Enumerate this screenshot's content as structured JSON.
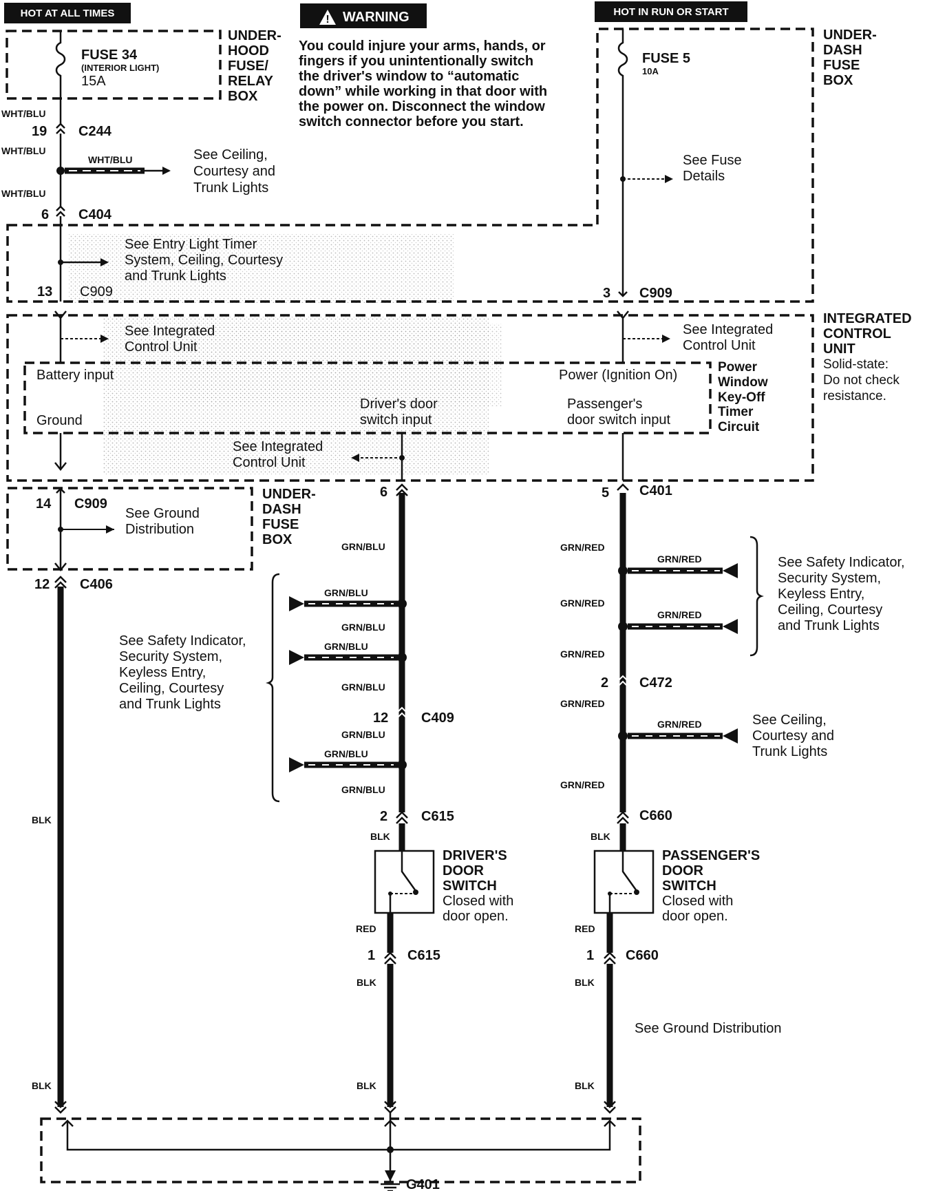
{
  "headers": {
    "hot_at_all_times": "HOT AT ALL TIMES",
    "hot_in_run": "HOT IN RUN OR START",
    "warning_title": "WARNING"
  },
  "warning_lines": [
    "You could injure your arms, hands, or",
    "fingers if you unintentionally switch",
    "the driver's window to “automatic",
    "down” while working in that door with",
    "the power on. Disconnect the window",
    "switch connector before you start."
  ],
  "boxes": {
    "underhood": [
      "UNDER-",
      "HOOD",
      "FUSE/",
      "RELAY",
      "BOX"
    ],
    "underdash_top": [
      "UNDER-",
      "DASH",
      "FUSE",
      "BOX"
    ],
    "icu": [
      "INTEGRATED",
      "CONTROL",
      "UNIT"
    ],
    "icu_note": [
      "Solid-state:",
      "Do not check",
      "resistance."
    ],
    "timer": [
      "Power",
      "Window",
      "Key-Off",
      "Timer",
      "Circuit"
    ],
    "underdash_bottom": [
      "UNDER-",
      "DASH",
      "FUSE",
      "BOX"
    ]
  },
  "fuses": {
    "fuse34": "FUSE 34",
    "fuse34_sub": "(INTERIOR LIGHT)",
    "fuse34_amp": "15A",
    "fuse5": "FUSE 5",
    "fuse5_amp": "10A"
  },
  "icu_inputs": {
    "battery": "Battery input",
    "ground": "Ground",
    "power_ign": "Power (Ignition On)",
    "driver_in": [
      "Driver's door",
      "switch input"
    ],
    "pass_in": [
      "Passenger's",
      "door switch input"
    ]
  },
  "connectors": {
    "c244": "C244",
    "c404": "C404",
    "c909": "C909",
    "c401": "C401",
    "c406": "C406",
    "c409": "C409",
    "c472": "C472",
    "c615": "C615",
    "c660": "C660",
    "g401": "G401"
  },
  "pins": {
    "p19": "19",
    "p6": "6",
    "p13": "13",
    "p3": "3",
    "p14": "14",
    "p12": "12",
    "p5": "5",
    "p2": "2",
    "p1": "1"
  },
  "wire_colors": {
    "wht_blu": "WHT/BLU",
    "grn_blu": "GRN/BLU",
    "grn_red": "GRN/RED",
    "blk": "BLK",
    "red": "RED"
  },
  "references": {
    "ceiling_courtesy_trunk": [
      "See Ceiling,",
      "Courtesy and",
      "Trunk Lights"
    ],
    "fuse_details": [
      "See  Fuse",
      "Details"
    ],
    "entry_light": [
      "See Entry Light Timer",
      "System, Ceiling, Courtesy",
      "and Trunk Lights"
    ],
    "icu_ref": [
      "See Integrated",
      "Control Unit"
    ],
    "ground_dist": [
      "See  Ground",
      "Distribution"
    ],
    "safety_left": [
      "See Safety Indicator,",
      "Security System,",
      "Keyless Entry,",
      "Ceiling, Courtesy",
      "and Trunk Lights"
    ],
    "safety_right": [
      "See Safety Indicator,",
      "Security System,",
      "Keyless Entry,",
      "Ceiling, Courtesy",
      "and Trunk Lights"
    ],
    "ceiling_right": [
      "See  Ceiling,",
      "Courtesy and",
      "Trunk Lights"
    ],
    "ground_dist_bottom": "See Ground Distribution"
  },
  "switches": {
    "driver": [
      "DRIVER'S",
      "DOOR",
      "SWITCH"
    ],
    "driver_note": [
      "Closed with",
      "door open."
    ],
    "passenger": [
      "PASSENGER'S",
      "DOOR",
      "SWITCH"
    ],
    "passenger_note": [
      "Closed with",
      "door open."
    ]
  }
}
